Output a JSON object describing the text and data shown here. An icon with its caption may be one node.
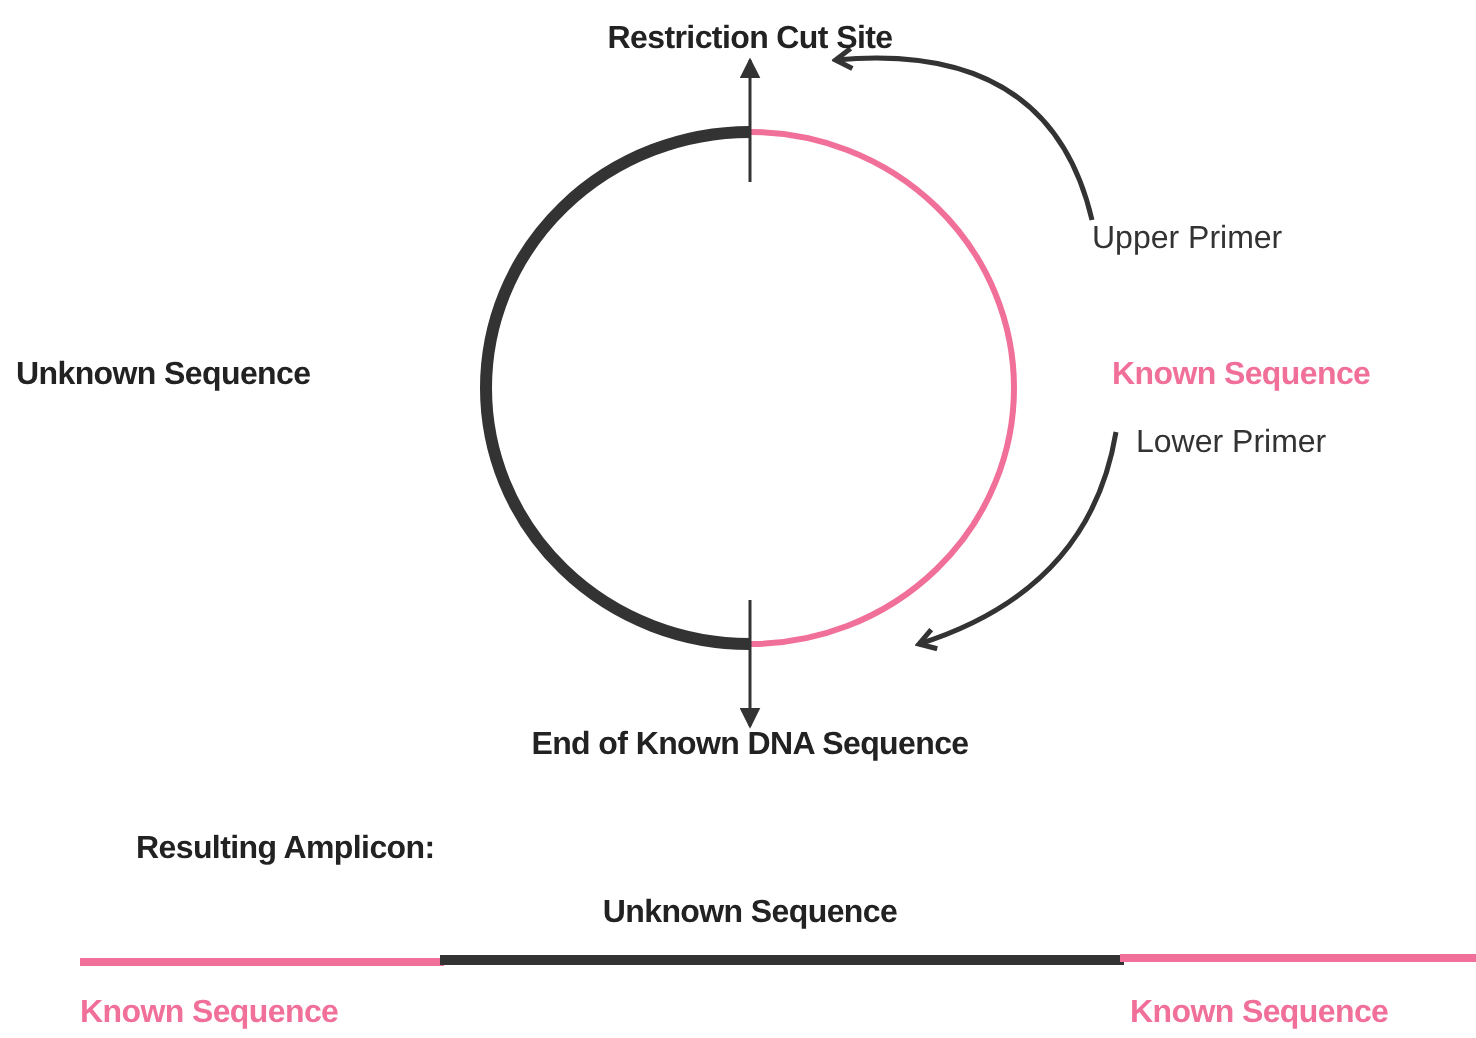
{
  "diagram": {
    "nodes": [
      {
        "text": [
          "Restriction Cut Site"
        ]
      },
      {
        "text": [
          "Upper Primer"
        ]
      },
      {
        "text": [
          "Unknown Sequence"
        ]
      },
      {
        "text": [
          "Known Sequence"
        ]
      },
      {
        "text": [
          "Lower Primer"
        ]
      },
      {
        "text": [
          "End of Known DNA Sequence"
        ]
      },
      {
        "text": [],
        "shape": "circle"
      }
    ],
    "edges": [
      {
        "from": 1,
        "to": 0,
        "arrow": "to"
      },
      {
        "from": 4,
        "to": 6,
        "arrow": "to"
      },
      {
        "from": 6,
        "to": 0,
        "arrow": "to"
      },
      {
        "from": 6,
        "to": 5,
        "arrow": "to"
      }
    ],
    "labels": [
      "Resulting Amplicon:",
      "Unknown Sequence",
      "Known Sequence",
      "Known Sequence"
    ]
  }
}
